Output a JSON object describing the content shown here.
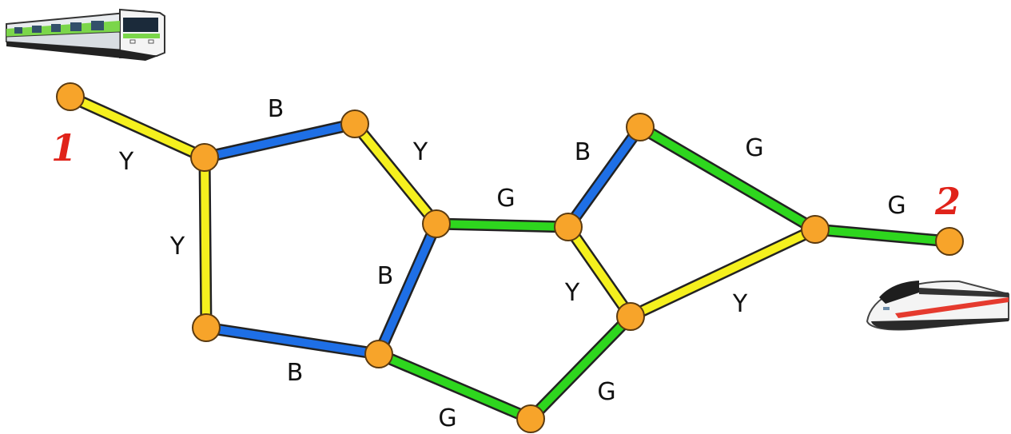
{
  "colors": {
    "Y": "#f5f01e",
    "B": "#1e6fe6",
    "G": "#2ed61e",
    "node_fill": "#f7a42a",
    "endpoint_red": "#e0231a"
  },
  "endpoints": {
    "start": "1",
    "end": "2"
  },
  "edges": [
    {
      "id": "e0",
      "from": "n0",
      "to": "n1",
      "color": "Y",
      "label": "Y"
    },
    {
      "id": "e1",
      "from": "n1",
      "to": "n2",
      "color": "B",
      "label": "B"
    },
    {
      "id": "e2",
      "from": "n1",
      "to": "n3",
      "color": "Y",
      "label": "Y"
    },
    {
      "id": "e3",
      "from": "n2",
      "to": "n4",
      "color": "Y",
      "label": "Y"
    },
    {
      "id": "e4",
      "from": "n3",
      "to": "n5",
      "color": "B",
      "label": "B"
    },
    {
      "id": "e5",
      "from": "n4",
      "to": "n6",
      "color": "G",
      "label": "G"
    },
    {
      "id": "e6",
      "from": "n4",
      "to": "n5",
      "color": "B",
      "label": "B"
    },
    {
      "id": "e7",
      "from": "n5",
      "to": "n7",
      "color": "G",
      "label": "G"
    },
    {
      "id": "e8",
      "from": "n6",
      "to": "n8",
      "color": "B",
      "label": "B"
    },
    {
      "id": "e9",
      "from": "n6",
      "to": "n9",
      "color": "Y",
      "label": "Y"
    },
    {
      "id": "e10",
      "from": "n8",
      "to": "n10",
      "color": "G",
      "label": "G"
    },
    {
      "id": "e11",
      "from": "n7",
      "to": "n9",
      "color": "G",
      "label": "G"
    },
    {
      "id": "e12",
      "from": "n9",
      "to": "n10",
      "color": "Y",
      "label": "Y"
    },
    {
      "id": "e13",
      "from": "n10",
      "to": "n11",
      "color": "G",
      "label": "G"
    }
  ],
  "icons": {
    "start": "commuter-train-icon",
    "end": "high-speed-train-icon"
  }
}
